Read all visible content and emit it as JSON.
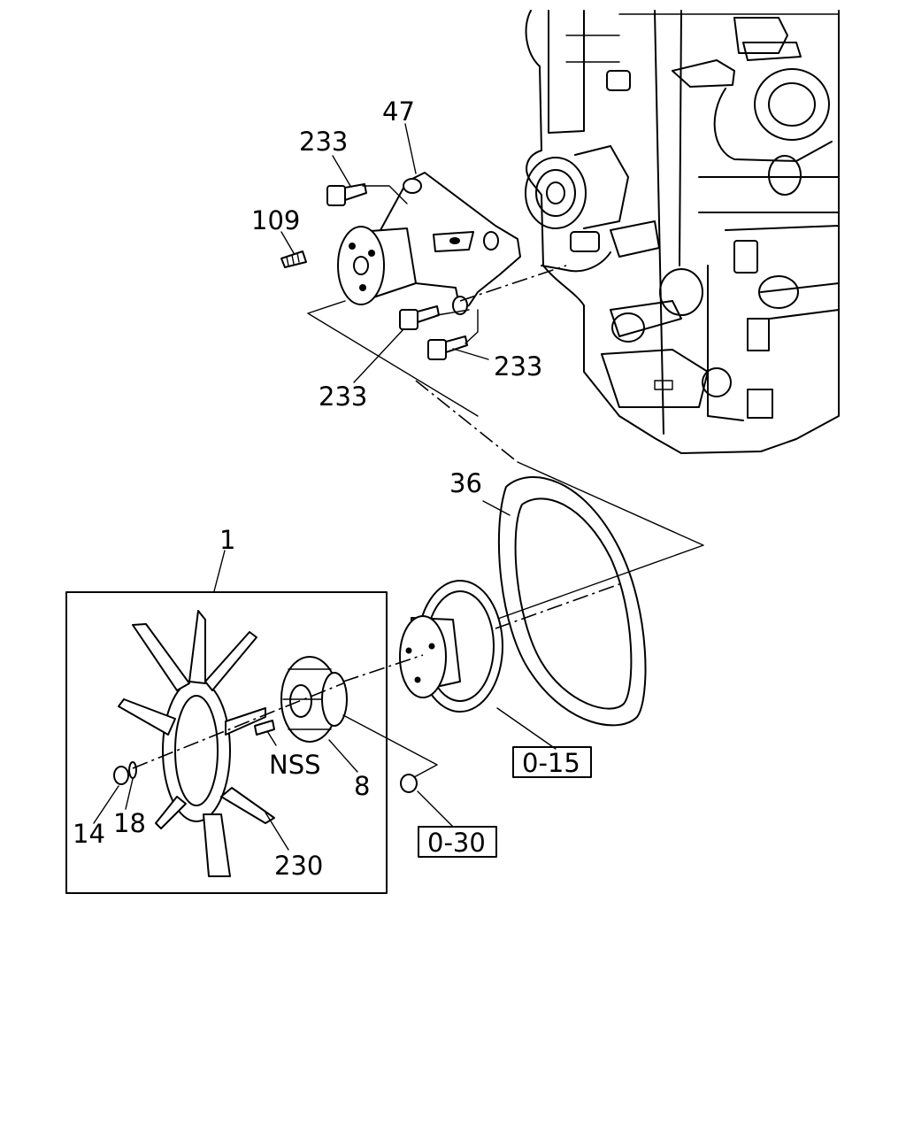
{
  "callouts": {
    "c47": "47",
    "c233_top": "233",
    "c109": "109",
    "c233_bottom_left": "233",
    "c233_bottom_right": "233",
    "c36": "36",
    "c1": "1",
    "nss": "NSS",
    "c8": "8",
    "c14": "14",
    "c18": "18",
    "c230": "230"
  },
  "references": {
    "ref_015": "0-15",
    "ref_030": "0-30"
  }
}
